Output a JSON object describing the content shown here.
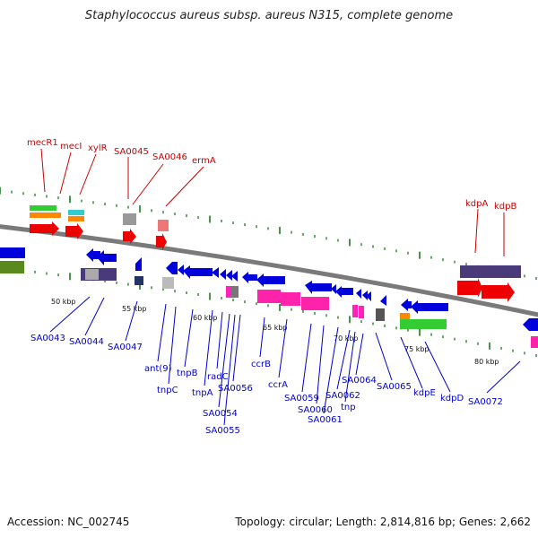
{
  "title": "Staphylococcus aureus subsp. aureus N315, complete genome",
  "footer": {
    "accession": "Accession: NC_002745",
    "topology": "Topology: circular; Length: 2,814,816 bp; Genes: 2,662"
  },
  "colors": {
    "forward_label": "#cc0000",
    "reverse_label": "#0000cc",
    "backbone": "#7a7a7a",
    "tick": "#1a7a1a"
  },
  "scale_labels": [
    "50 kbp",
    "55 kbp",
    "60 kbp",
    "65 kbp",
    "70 kbp",
    "75 kbp",
    "80 kbp"
  ],
  "forward_genes": [
    "mecR1",
    "mecI",
    "xylR",
    "SA0045",
    "SA0046",
    "ermA",
    "kdpA",
    "kdpB"
  ],
  "reverse_genes": [
    "SA0043",
    "SA0044",
    "SA0047",
    "ant(9)",
    "tnpC",
    "tnpB",
    "tnpA",
    "radC",
    "SA0054",
    "SA0055",
    "SA0056",
    "ccrB",
    "ccrA",
    "SA0059",
    "SA0060",
    "SA0061",
    "SA0062",
    "tnp",
    "SA0064",
    "SA0065",
    "kdpE",
    "kdpD",
    "SA0072"
  ]
}
